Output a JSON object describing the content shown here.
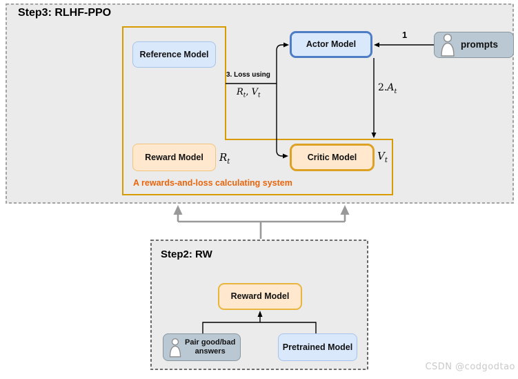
{
  "watermark": "CSDN @codgodtao",
  "step3": {
    "title": "Step3: RLHF-PPO",
    "caption": "A rewards-and-loss calculating system",
    "nodes": {
      "reference": "Reference Model",
      "actor": "Actor Model",
      "prompts": "prompts",
      "reward": "Reward Model",
      "critic": "Critic Model"
    },
    "labels": {
      "step1_num": "1",
      "adv_prefix": "2.",
      "adv_base": "A",
      "adv_sub": "t",
      "loss_title": "3. Loss using",
      "loss_r": "R",
      "loss_r_sub": "t",
      "loss_sep": ", ",
      "loss_v": "V",
      "loss_v_sub": "t",
      "reward_r": "R",
      "reward_r_sub": "t",
      "critic_v": "V",
      "critic_v_sub": "t"
    }
  },
  "step2": {
    "title": "Step2: RW",
    "nodes": {
      "reward": "Reward Model",
      "pairs_line1": "Pair good/bad",
      "pairs_line2": "answers",
      "pretrained": "Pretrained Model"
    }
  }
}
